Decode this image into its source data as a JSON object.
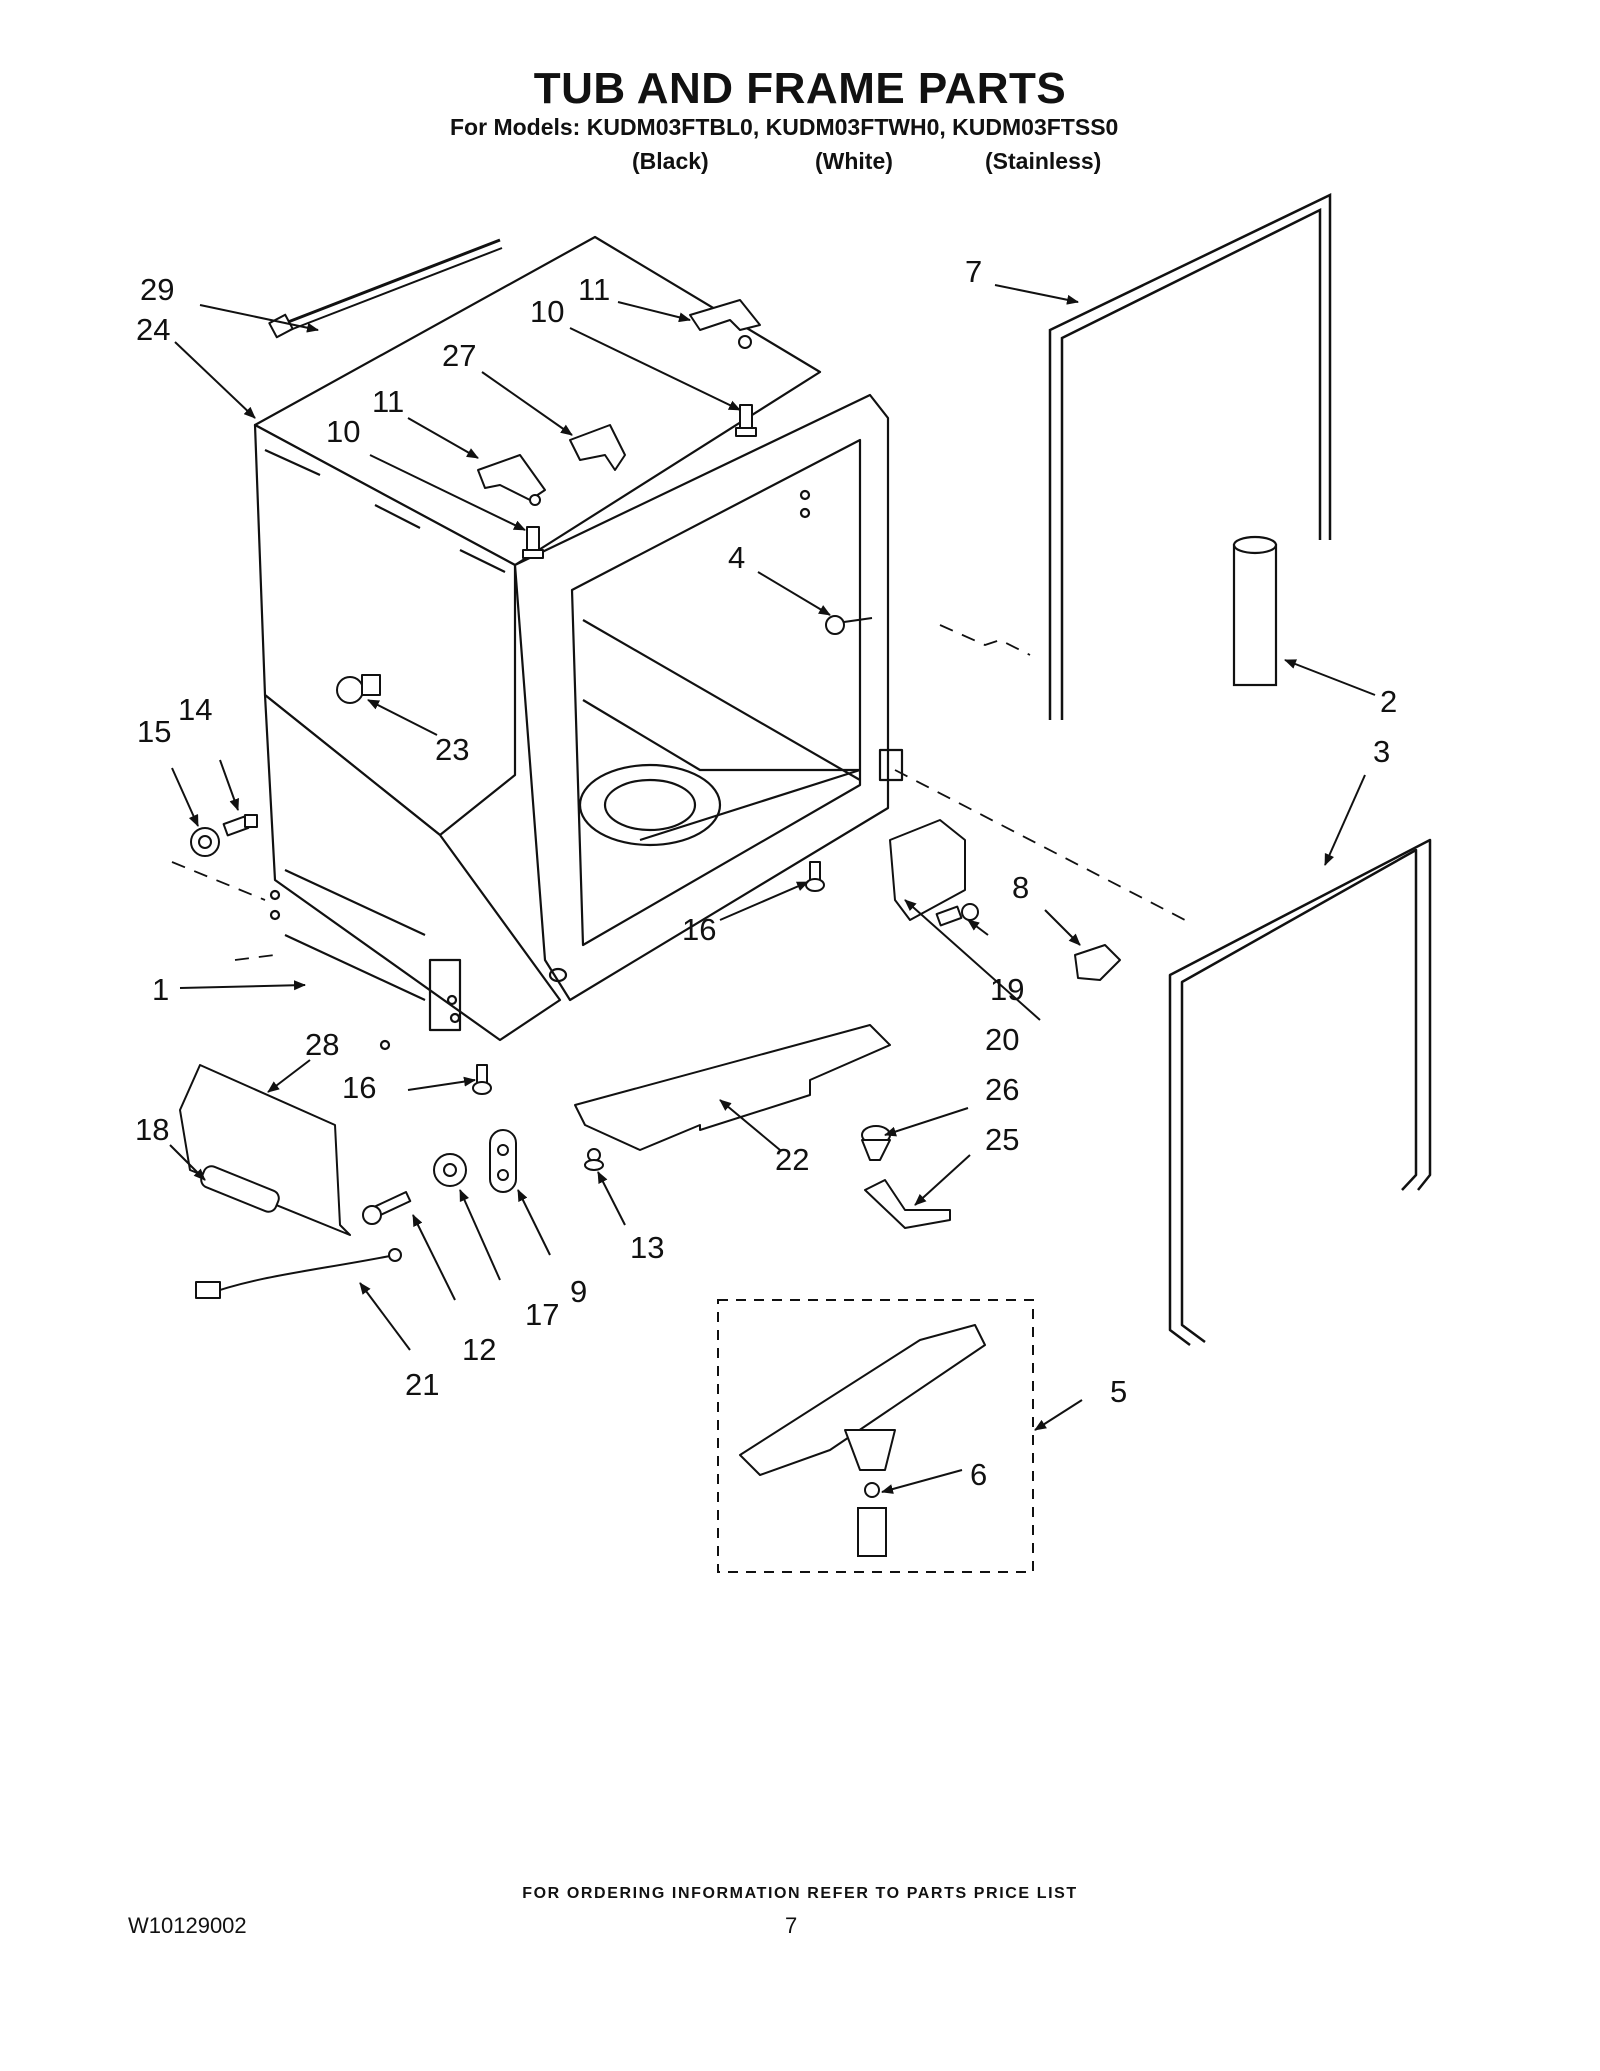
{
  "header": {
    "title": "TUB AND FRAME PARTS",
    "models_line": "For Models: KUDM03FTBL0, KUDM03FTWH0, KUDM03FTSS0",
    "colors": [
      "(Black)",
      "(White)",
      "(Stainless)"
    ]
  },
  "callouts": {
    "c1": "1",
    "c2": "2",
    "c3": "3",
    "c4": "4",
    "c5": "5",
    "c6": "6",
    "c7": "7",
    "c8": "8",
    "c9": "9",
    "c10a": "10",
    "c10b": "10",
    "c11a": "11",
    "c11b": "11",
    "c12": "12",
    "c13": "13",
    "c14": "14",
    "c15": "15",
    "c16a": "16",
    "c16b": "16",
    "c17": "17",
    "c18": "18",
    "c19": "19",
    "c20": "20",
    "c21": "21",
    "c22": "22",
    "c23": "23",
    "c24": "24",
    "c25": "25",
    "c26": "26",
    "c27": "27",
    "c28": "28",
    "c29": "29"
  },
  "footer": {
    "ordering_note": "FOR ORDERING INFORMATION REFER TO PARTS PRICE LIST",
    "doc_number": "W10129002",
    "page_number": "7"
  }
}
